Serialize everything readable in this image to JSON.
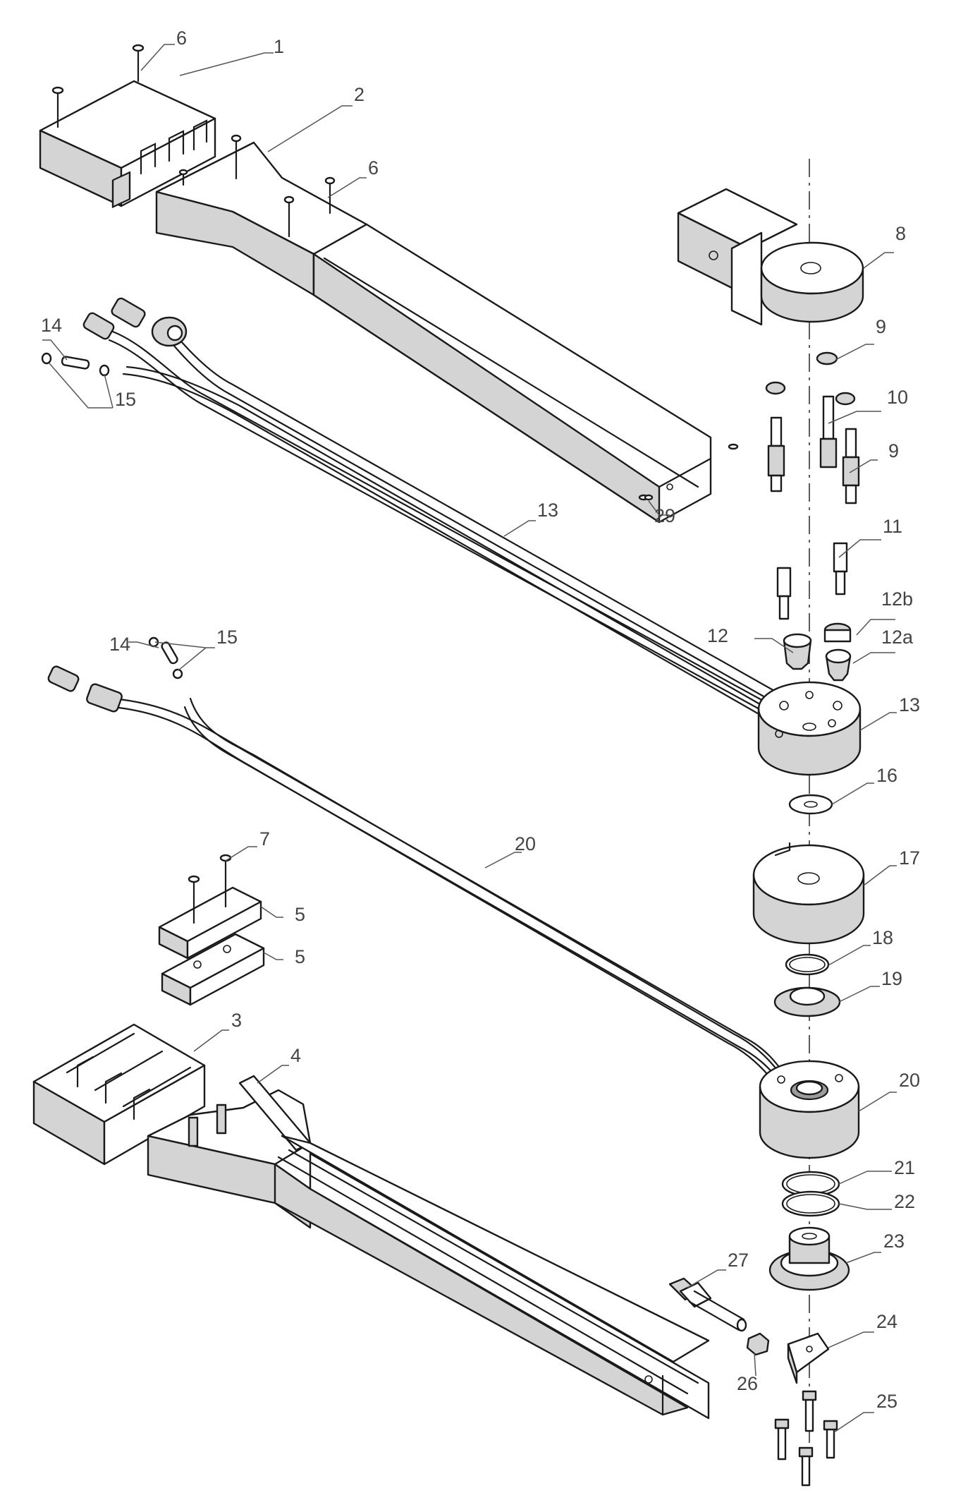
{
  "callouts": {
    "c1": "1",
    "c2": "2",
    "c3": "3",
    "c4": "4",
    "c5a": "5",
    "c5b": "5",
    "c6a": "6",
    "c6b": "6",
    "c7": "7",
    "c8": "8",
    "c9a": "9",
    "c9b": "9",
    "c10": "10",
    "c11": "11",
    "c12": "12",
    "c12a": "12a",
    "c12b": "12b",
    "c13a": "13",
    "c13b": "13",
    "c14a": "14",
    "c14b": "14",
    "c15a": "15",
    "c15b": "15",
    "c16": "16",
    "c17": "17",
    "c18": "18",
    "c19": "19",
    "c20a": "20",
    "c20b": "20",
    "c21": "21",
    "c22": "22",
    "c23": "23",
    "c24": "24",
    "c25": "25",
    "c26": "26",
    "c27": "27",
    "c29": "29"
  }
}
